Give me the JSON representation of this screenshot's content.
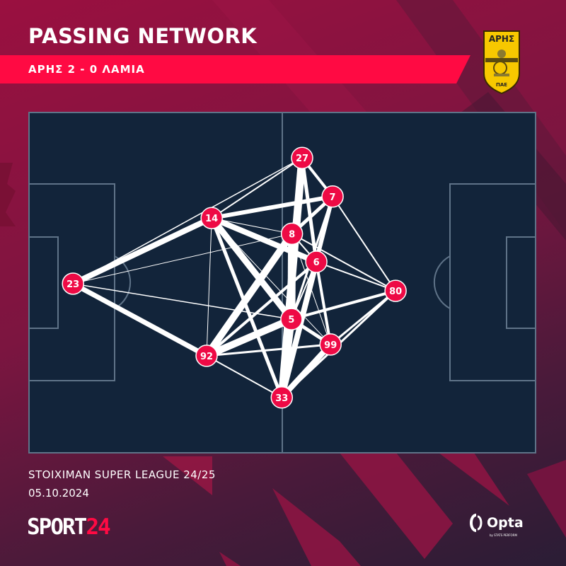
{
  "header": {
    "title": "PASSING NETWORK",
    "match": "ΑΡΗΣ 2 - 0 ΛΑΜΙΑ",
    "crest_top": "ΑΡΗΣ",
    "crest_bottom": "ΠΑΕ"
  },
  "footer": {
    "league": "STOIXIMAN SUPER LEAGUE 24/25",
    "date": "05.10.2024",
    "brand_a": "SPORT",
    "brand_b": "24",
    "provider": "Opta",
    "provider_sub": "by STATS PERFORM"
  },
  "colors": {
    "node": "#ee0a45",
    "pitch": "#12243a",
    "line": "#5f7388",
    "accent": "#ff0a43"
  },
  "chart_data": {
    "type": "network",
    "title": "PASSING NETWORK",
    "pitch_units": [
      100,
      100
    ],
    "nodes": [
      {
        "id": "23",
        "x": 8.8,
        "y": 50.3
      },
      {
        "id": "14",
        "x": 36.1,
        "y": 31.1
      },
      {
        "id": "27",
        "x": 53.9,
        "y": 13.5
      },
      {
        "id": "7",
        "x": 59.9,
        "y": 24.8
      },
      {
        "id": "8",
        "x": 51.9,
        "y": 35.7
      },
      {
        "id": "6",
        "x": 56.7,
        "y": 43.9
      },
      {
        "id": "80",
        "x": 72.3,
        "y": 52.4
      },
      {
        "id": "5",
        "x": 51.8,
        "y": 60.7
      },
      {
        "id": "99",
        "x": 59.5,
        "y": 68.1
      },
      {
        "id": "92",
        "x": 35.1,
        "y": 71.4
      },
      {
        "id": "33",
        "x": 49.9,
        "y": 83.6
      }
    ],
    "edges": [
      [
        "23",
        "14",
        8
      ],
      [
        "23",
        "92",
        7
      ],
      [
        "23",
        "27",
        1.5
      ],
      [
        "23",
        "8",
        1
      ],
      [
        "23",
        "5",
        1.5
      ],
      [
        "14",
        "27",
        2
      ],
      [
        "14",
        "7",
        6
      ],
      [
        "14",
        "8",
        1
      ],
      [
        "14",
        "6",
        8
      ],
      [
        "14",
        "5",
        9
      ],
      [
        "14",
        "33",
        5
      ],
      [
        "14",
        "92",
        1
      ],
      [
        "14",
        "99",
        1
      ],
      [
        "27",
        "33",
        11
      ],
      [
        "27",
        "6",
        5
      ],
      [
        "27",
        "7",
        4
      ],
      [
        "27",
        "8",
        2
      ],
      [
        "7",
        "8",
        5
      ],
      [
        "7",
        "6",
        1.5
      ],
      [
        "7",
        "5",
        3
      ],
      [
        "7",
        "80",
        2
      ],
      [
        "7",
        "33",
        6
      ],
      [
        "8",
        "5",
        11
      ],
      [
        "8",
        "92",
        10
      ],
      [
        "8",
        "6",
        2
      ],
      [
        "8",
        "80",
        2
      ],
      [
        "8",
        "99",
        1
      ],
      [
        "6",
        "80",
        2
      ],
      [
        "6",
        "92",
        4
      ],
      [
        "6",
        "99",
        4
      ],
      [
        "6",
        "33",
        8
      ],
      [
        "6",
        "5",
        2
      ],
      [
        "5",
        "80",
        4
      ],
      [
        "5",
        "92",
        10
      ],
      [
        "5",
        "99",
        5
      ],
      [
        "5",
        "33",
        10
      ],
      [
        "92",
        "99",
        3
      ],
      [
        "92",
        "33",
        2
      ],
      [
        "33",
        "99",
        8
      ],
      [
        "33",
        "80",
        3
      ],
      [
        "99",
        "80",
        3
      ]
    ]
  }
}
